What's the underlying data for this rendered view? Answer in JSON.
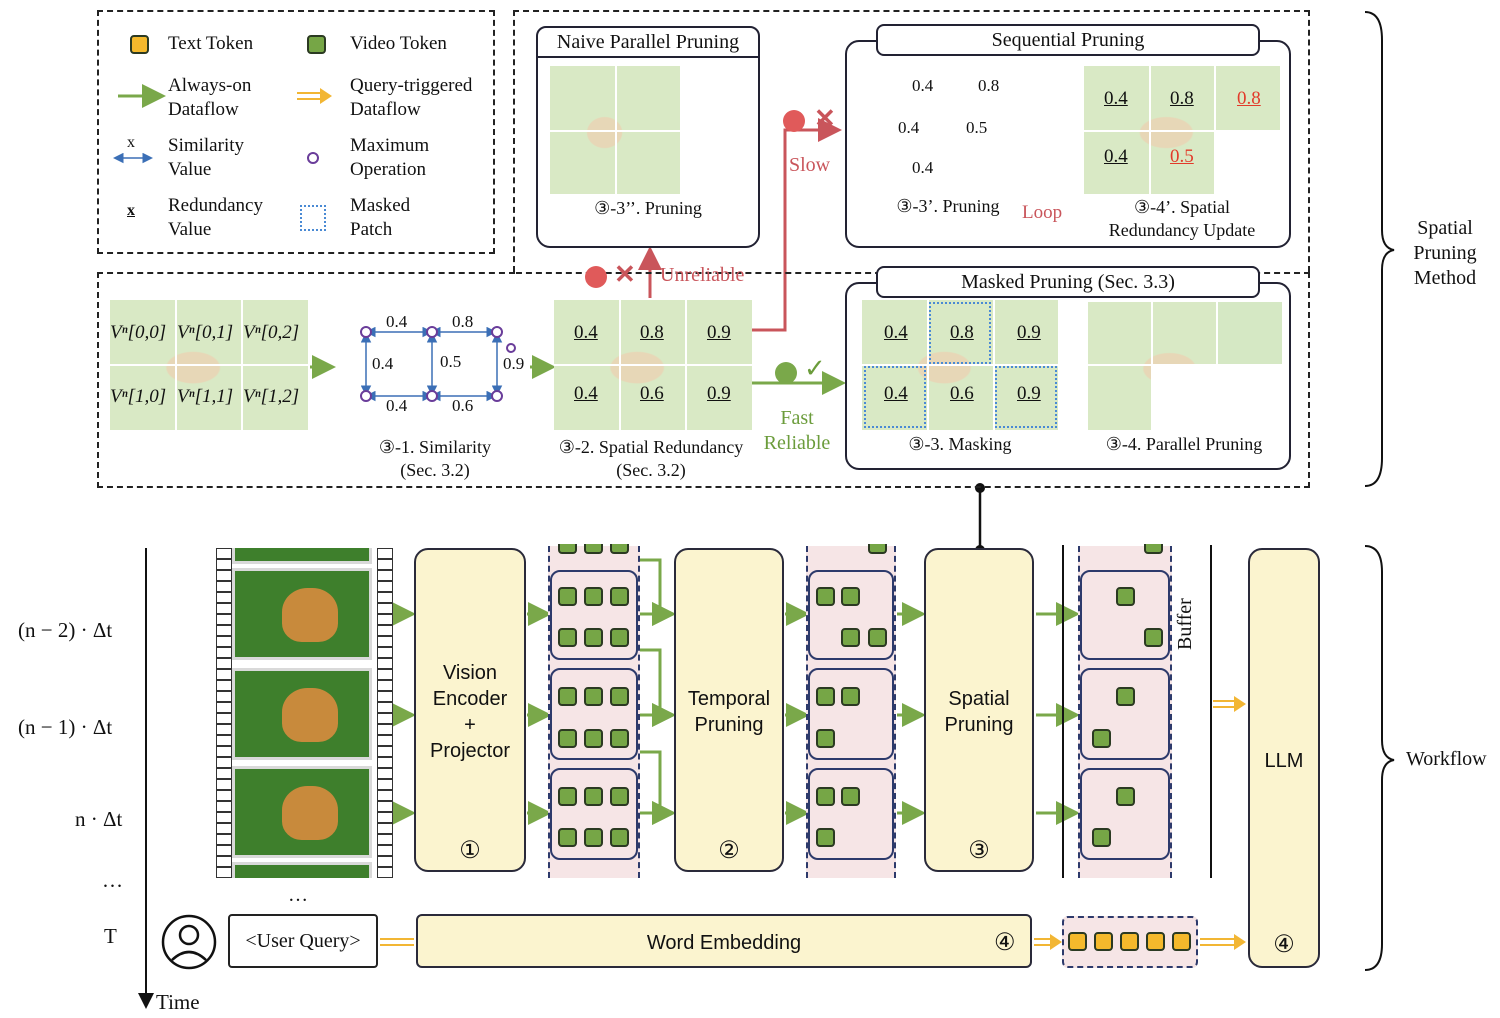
{
  "legend": {
    "text_token": "Text Token",
    "video_token": "Video Token",
    "always_on_line1": "Always-on",
    "always_on_line2": "Dataflow",
    "query_triggered_line1": "Query-triggered",
    "query_triggered_line2": "Dataflow",
    "similarity_symbol": "x",
    "similarity_line1": "Similarity",
    "similarity_line2": "Value",
    "maximum_line1": "Maximum",
    "maximum_line2": "Operation",
    "redundancy_symbol": "x",
    "redundancy_line1": "Redundancy",
    "redundancy_line2": "Value",
    "masked_line1": "Masked",
    "masked_line2": "Patch"
  },
  "patches": {
    "p00": "Vⁿ[0,0]",
    "p01": "Vⁿ[0,1]",
    "p02": "Vⁿ[0,2]",
    "p10": "Vⁿ[1,0]",
    "p11": "Vⁿ[1,1]",
    "p12": "Vⁿ[1,2]"
  },
  "similarity": {
    "top_left": "0.4",
    "top_right": "0.8",
    "left": "0.4",
    "middle": "0.5",
    "right": "0.9",
    "bottom_left": "0.4",
    "bottom_right": "0.6",
    "caption_line1": "③-1. Similarity",
    "caption_line2": "(Sec. 3.2)"
  },
  "redundancy": {
    "r00": "0.4",
    "r01": "0.8",
    "r02": "0.9",
    "r10": "0.4",
    "r11": "0.6",
    "r12": "0.9",
    "caption_line1": "③-2. Spatial Redundancy",
    "caption_line2": "(Sec. 3.2)"
  },
  "flow_labels": {
    "unreliable": "Unreliable",
    "slow": "Slow",
    "fast": "Fast",
    "reliable": "Reliable",
    "loop": "Loop"
  },
  "naive": {
    "title": "Naive Parallel Pruning",
    "caption": "③-3’’. Pruning"
  },
  "sequential": {
    "title": "Sequential Pruning",
    "top_left": "0.4",
    "top_right": "0.8",
    "left": "0.4",
    "right": "0.5",
    "bottom": "0.4",
    "caption_pruning": "③-3’. Pruning",
    "u00": "0.4",
    "u01": "0.8",
    "u02": "0.8",
    "u10": "0.4",
    "u11": "0.5",
    "caption_update_line1": "③-4’. Spatial",
    "caption_update_line2": "Redundancy Update"
  },
  "masked": {
    "title": "Masked Pruning (Sec. 3.3)",
    "m00": "0.4",
    "m01": "0.8",
    "m02": "0.9",
    "m10": "0.4",
    "m11": "0.6",
    "m12": "0.9",
    "caption_masking": "③-3. Masking",
    "caption_parallel": "③-4. Parallel Pruning"
  },
  "brackets": {
    "spatial_line1": "Spatial",
    "spatial_line2": "Pruning",
    "spatial_line3": "Method",
    "workflow": "Workflow"
  },
  "workflow": {
    "time_n2": "(n − 2) · Δt",
    "time_n1": "(n − 1) · Δt",
    "time_n": "n · Δt",
    "time_dots": "…",
    "time_T": "T",
    "time_axis": "Time",
    "frames_dots": "…",
    "vision_line1": "Vision",
    "vision_line2": "Encoder",
    "vision_line3": "+",
    "vision_line4": "Projector",
    "vision_num": "①",
    "temporal_line1": "Temporal",
    "temporal_line2": "Pruning",
    "temporal_num": "②",
    "spatial_line1": "Spatial",
    "spatial_line2": "Pruning",
    "spatial_num": "③",
    "buffer": "Buffer",
    "llm": "LLM",
    "llm_num": "④",
    "user_query": "<User Query>",
    "word_embedding": "Word Embedding",
    "word_num": "④"
  },
  "colors": {
    "always_on": "#7aa84a",
    "query_triggered": "#f2b634",
    "module_fill": "#fbf4cf",
    "token_bg": "#f6e5e6",
    "video_token": "#76a646",
    "text_token": "#f4b92c",
    "unreliable": "#c9555b",
    "fast": "#6b9c3b",
    "masked_border": "#4a8ad4"
  }
}
